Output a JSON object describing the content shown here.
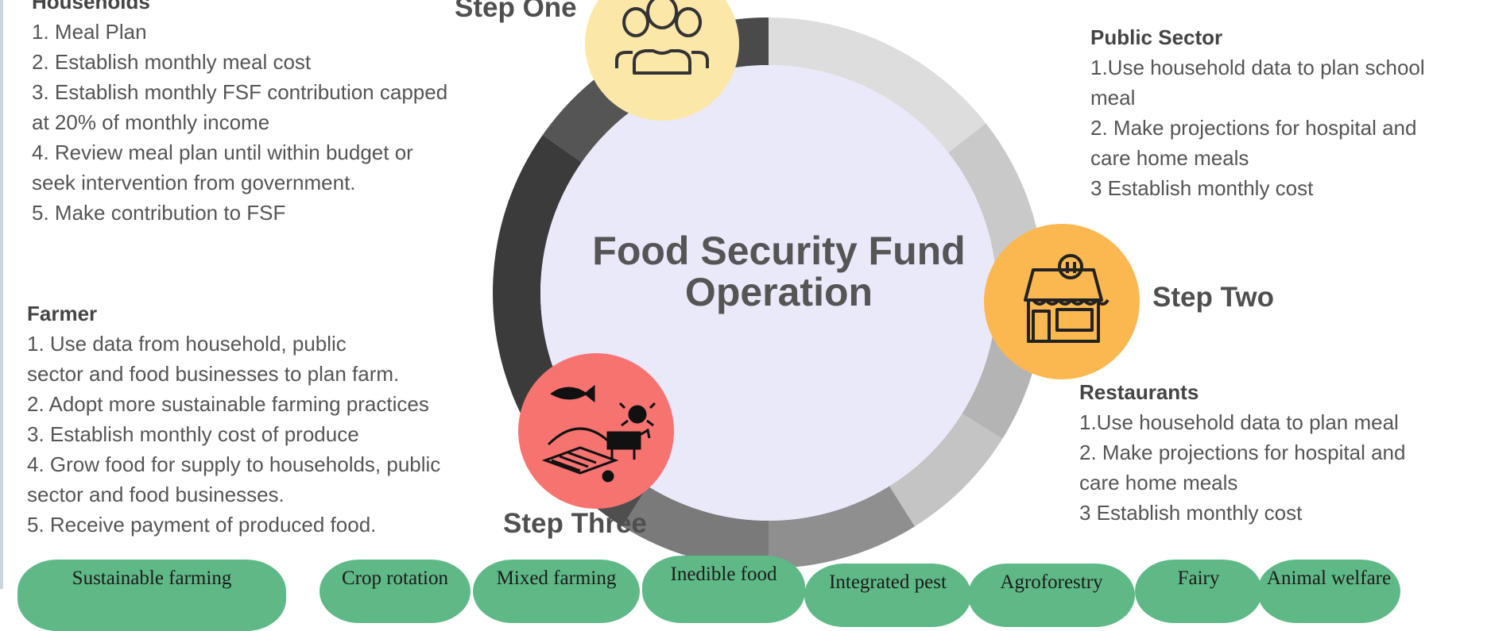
{
  "diagram": {
    "title_line1": "Food Security Fund",
    "title_line2": "Operation",
    "steps": {
      "one": "Step One",
      "two": "Step Two",
      "three": "Step Three"
    },
    "households": {
      "heading": "Households",
      "items": [
        "1. Meal Plan",
        "2. Establish monthly meal cost",
        "3. Establish monthly FSF contribution capped",
        "at 20% of monthly income",
        "4. Review meal plan until within budget or",
        "seek intervention from government.",
        "5. Make contribution to FSF"
      ]
    },
    "public_sector": {
      "heading": "Public Sector",
      "items": [
        "1.Use household data to plan school",
        "meal",
        "2. Make projections for hospital and",
        "care home meals",
        "3 Establish monthly cost"
      ]
    },
    "farmer": {
      "heading": "Farmer",
      "items": [
        "1. Use data from household, public",
        "sector and food businesses to plan farm.",
        "2. Adopt more sustainable farming practices",
        "3. Establish monthly cost of produce",
        "4. Grow food for supply to households, public",
        "sector and food businesses.",
        "5. Receive payment of produced food."
      ]
    },
    "restaurants": {
      "heading": "Restaurants",
      "items": [
        "1.Use household data to plan meal",
        "2. Make projections for hospital and",
        "care home meals",
        "3 Establish monthly cost"
      ]
    },
    "practices": [
      "Sustainable farming",
      "Crop rotation",
      "Mixed farming",
      "Inedible food",
      "Integrated pest",
      "Agroforestry",
      "Fairy",
      "Animal welfare"
    ],
    "colors": {
      "step_one_circle": "#fbe7a8",
      "step_two_circle": "#fbb850",
      "step_three_circle": "#f77370",
      "inner_disc": "#e9e9f9",
      "pill_green": "#5fb987"
    },
    "icons": {
      "step_one": "people-group-icon",
      "step_two": "storefront-icon",
      "step_three": "farm-fish-crab-cow-icon"
    }
  }
}
